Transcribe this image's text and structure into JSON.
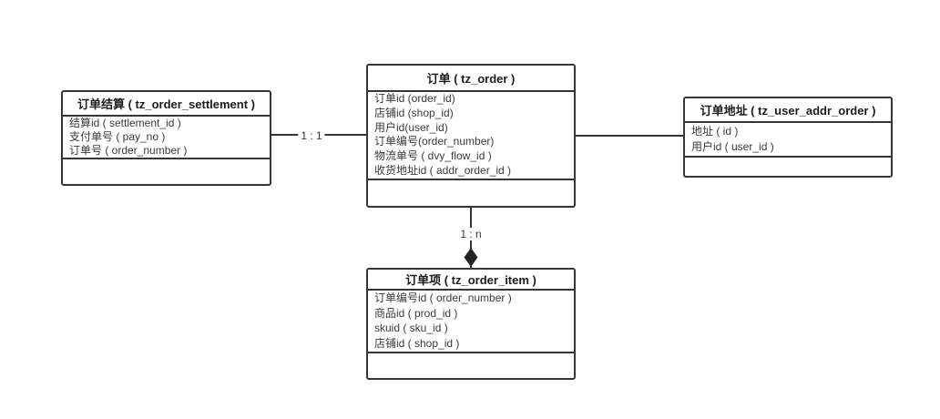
{
  "entities": [
    {
      "name": "订单结算",
      "title": "订单结算 ( tz_order_settlement )",
      "fields": [
        "结算id ( settlement_id )",
        "支付单号 ( pay_no )",
        "订单号 ( order_number )"
      ]
    },
    {
      "name": "订单",
      "title": "订单 ( tz_order )",
      "fields": [
        "订单id (order_id)",
        "店铺id (shop_id)",
        "用户id(user_id)",
        "订单编号(order_number)",
        "物流单号 ( dvy_flow_id )",
        "收货地址id ( addr_order_id )"
      ]
    },
    {
      "name": "订单地址",
      "title": "订单地址 ( tz_user_addr_order )",
      "fields": [
        "地址 ( id )",
        "用户id ( user_id )"
      ]
    },
    {
      "name": "订单项",
      "title": "订单项 ( tz_order_item )",
      "fields": [
        "订单编号id ( order_number )",
        "商品id ( prod_id )",
        "skuid ( sku_id )",
        "店铺id ( shop_id )"
      ]
    }
  ],
  "relations": [
    {
      "from": "订单结算",
      "to": "订单",
      "label": "1 : 1",
      "arrow": "none"
    },
    {
      "from": "订单",
      "to": "订单地址",
      "label": "",
      "arrow": "none"
    },
    {
      "from": "订单",
      "to": "订单项",
      "label": "1 : n",
      "arrow": "diamond"
    }
  ],
  "colors": {
    "border": "#363636",
    "text": "#3a3a3a",
    "header_text": "#1c1c1c",
    "background": "#ffffff"
  }
}
